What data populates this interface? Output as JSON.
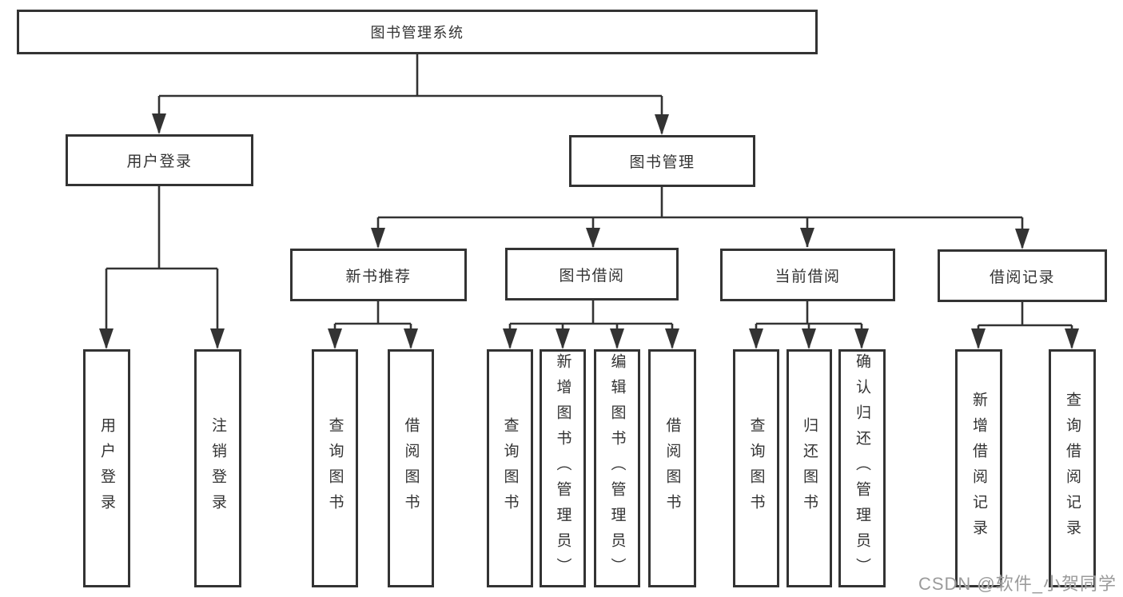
{
  "diagram_title": "图书管理系统",
  "colors": {
    "background": "#ffffff",
    "box_border": "#333333",
    "line": "#333333",
    "text": "#333333",
    "watermark": "#9b9b9b"
  },
  "tree": {
    "root": {
      "label": "图书管理系统"
    },
    "branches": [
      {
        "label": "用户登录",
        "children": [
          {
            "label": "用户登录"
          },
          {
            "label": "注销登录"
          }
        ]
      },
      {
        "label": "图书管理",
        "children": [
          {
            "label": "新书推荐",
            "children": [
              {
                "label": "查询图书"
              },
              {
                "label": "借阅图书"
              }
            ]
          },
          {
            "label": "图书借阅",
            "children": [
              {
                "label": "查询图书"
              },
              {
                "label": "新增图书（管理员）"
              },
              {
                "label": "编辑图书（管理员）"
              },
              {
                "label": "借阅图书"
              }
            ]
          },
          {
            "label": "当前借阅",
            "children": [
              {
                "label": "查询图书"
              },
              {
                "label": "归还图书"
              },
              {
                "label": "确认归还（管理员）"
              }
            ]
          },
          {
            "label": "借阅记录",
            "children": [
              {
                "label": "新增借阅记录"
              },
              {
                "label": "查询借阅记录"
              }
            ]
          }
        ]
      }
    ]
  },
  "watermark": {
    "text": "CSDN @软件_小贺同学"
  }
}
